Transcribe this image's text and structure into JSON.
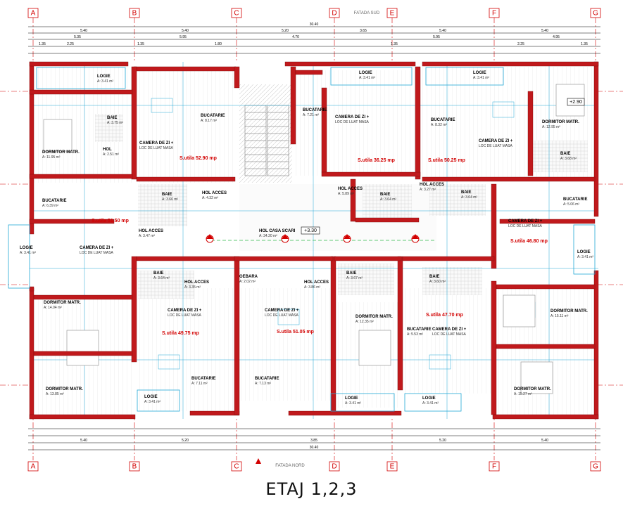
{
  "axes": [
    "A",
    "B",
    "C",
    "D",
    "E",
    "F",
    "G"
  ],
  "facade_top": "FATADA SUD",
  "facade_bottom": "FATADA NORD",
  "caption": "ETAJ 1,2,3",
  "total_width": "30.40",
  "level_marks": [
    "+2.90",
    "+3.30"
  ],
  "dims_top_main": [
    "5.40",
    "5.40",
    "5.20",
    "3.65",
    "5.40",
    "5.40"
  ],
  "dims_bottom_main": [
    "5.40",
    "5.20",
    "3.85",
    "5.20",
    "5.40"
  ],
  "dims_top_row2": [
    "5.35",
    "5.95",
    "4.70",
    "5.95",
    "4.95"
  ],
  "dims_top_row3": [
    "1.35",
    "2.25",
    "1.35",
    "1.80",
    "1.35",
    "2.25",
    "1.35"
  ],
  "apartments": [
    {
      "label": "S.utila 52.90 mp"
    },
    {
      "label": "S.utila 36.25 mp"
    },
    {
      "label": "S.utila 50.25 mp"
    },
    {
      "label": "S.utila 51.50 mp"
    },
    {
      "label": "S.utila 46.80 mp"
    },
    {
      "label": "S.utila 49.75 mp"
    },
    {
      "label": "S.utila 51.05 mp"
    },
    {
      "label": "S.utila 47.70 mp"
    }
  ],
  "rooms": [
    {
      "name": "LOGIE",
      "area": "A: 3.41 m²"
    },
    {
      "name": "LOGIE",
      "area": "A: 3.41 m²"
    },
    {
      "name": "LOGIE",
      "area": "A: 3.41 m²"
    },
    {
      "name": "BUCATARIE",
      "area": "A: 8.17 m²"
    },
    {
      "name": "BUCATARIE",
      "area": "A: 7.21 m²"
    },
    {
      "name": "BUCATARIE",
      "area": "A: 8.32 m²"
    },
    {
      "name": "CAMERA DE ZI +",
      "area": "LOC DE LUAT MASA"
    },
    {
      "name": "CAMERA DE ZI +",
      "area": "LOC DE LUAT MASA"
    },
    {
      "name": "CAMERA DE ZI +",
      "area": "LOC DE LUAT MASA"
    },
    {
      "name": "DORMITOR MATR.",
      "area": "A: 11.95 m²"
    },
    {
      "name": "DORMITOR MATR.",
      "area": "A: 12.95 m²"
    },
    {
      "name": "BAIE",
      "area": "A: 3.75 m²"
    },
    {
      "name": "BAIE",
      "area": "A: 3.68 m²"
    },
    {
      "name": "HOL",
      "area": "A: 2.51 m²"
    },
    {
      "name": "BUCATARIE",
      "area": "A: 6.39 m²"
    },
    {
      "name": "BAIE",
      "area": "A: 3.66 m²"
    },
    {
      "name": "HOL ACCES",
      "area": "A: 4.32 m²"
    },
    {
      "name": "HOL ACCES",
      "area": "A: 3.27 m²"
    },
    {
      "name": "BAIE",
      "area": "A: 3.64 m²"
    },
    {
      "name": "BAIE",
      "area": "A: 3.64 m²"
    },
    {
      "name": "HOL ACCES",
      "area": "A: 5.89 m²"
    },
    {
      "name": "BUCATARIE",
      "area": "A: 5.06 m²"
    },
    {
      "name": "HOL ACCES",
      "area": "A: 3.47 m²"
    },
    {
      "name": "HOL CASA SCARI",
      "area": "A: 34.20 m²"
    },
    {
      "name": "CAMERA DE ZI +",
      "area": "LOC DE LUAT MASA"
    },
    {
      "name": "CAMERA DE ZI +",
      "area": "LOC DE LUAT MASA"
    },
    {
      "name": "LOGIE",
      "area": "A: 3.41 m²"
    },
    {
      "name": "LOGIE",
      "area": "A: 3.41 m²"
    },
    {
      "name": "BAIE",
      "area": "A: 3.64 m²"
    },
    {
      "name": "OEBARA",
      "area": "A: 2.02 m²"
    },
    {
      "name": "HOL ACCES",
      "area": "A: 3.35 m²"
    },
    {
      "name": "HOL ACCES",
      "area": "A: 3.86 m²"
    },
    {
      "name": "BAIE",
      "area": "A: 3.67 m²"
    },
    {
      "name": "BAIE",
      "area": "A: 3.60 m²"
    },
    {
      "name": "DORMITOR MATR.",
      "area": "A: 14.04 m²"
    },
    {
      "name": "CAMERA DE ZI +",
      "area": "LOC DE LUAT MASA"
    },
    {
      "name": "CAMERA DE ZI +",
      "area": "LOC DE LUAT MASA"
    },
    {
      "name": "DORMITOR MATR.",
      "area": "A: 12.35 m²"
    },
    {
      "name": "BUCATARIE",
      "area": "A: 5.53 m²"
    },
    {
      "name": "CAMERA DE ZI +",
      "area": "LOC DE LUAT MASA"
    },
    {
      "name": "DORMITOR MATR.",
      "area": "A: 15.11 m²"
    },
    {
      "name": "BUCATARIE",
      "area": "A: 7.11 m²"
    },
    {
      "name": "BUCATARIE",
      "area": "A: 7.13 m²"
    },
    {
      "name": "DORMITOR MATR.",
      "area": "A: 13.85 m²"
    },
    {
      "name": "DORMITOR MATR.",
      "area": "A: 15.27 m²"
    },
    {
      "name": "LOGIE",
      "area": "A: 3.41 m²"
    },
    {
      "name": "LOGIE",
      "area": "A: 3.41 m²"
    },
    {
      "name": "LOGIE",
      "area": "A: 3.41 m²"
    }
  ],
  "colors": {
    "wall": "#c0191c",
    "wall_dark": "#7a0a0c",
    "axis": "#d20000",
    "grid_cyan": "#22a7d6",
    "green_dash": "#2fb84a",
    "hatch": "#c8c8c8"
  }
}
